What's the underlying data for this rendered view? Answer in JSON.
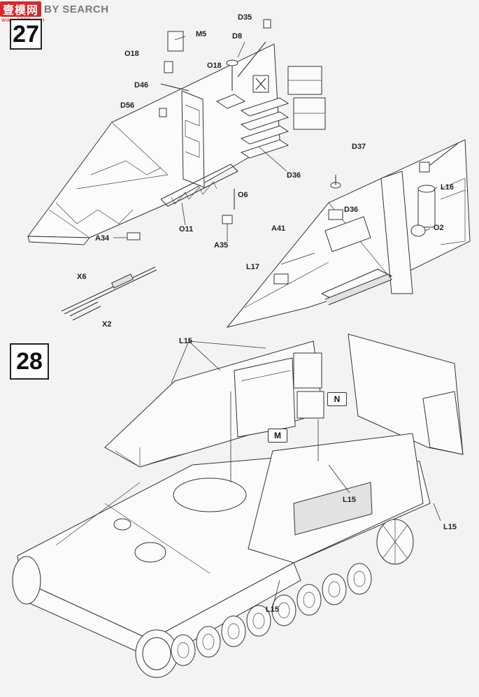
{
  "watermark": {
    "logo": "壹模网",
    "text": "BY SEARCH",
    "url": "www.1999.com"
  },
  "steps": [
    {
      "number": "27"
    },
    {
      "number": "28"
    }
  ],
  "step27_callouts": [
    "D35",
    "M5",
    "D8",
    "O18",
    "O18",
    "D46",
    "D56",
    "D36",
    "O6",
    "O11",
    "A35",
    "A34",
    "X6",
    "X2",
    "D37",
    "L16",
    "D36",
    "A41",
    "O2",
    "L17"
  ],
  "step28_callouts": [
    "L15",
    "L15",
    "L15",
    "L15"
  ],
  "sub_assembly_tags": [
    "N",
    "M"
  ]
}
